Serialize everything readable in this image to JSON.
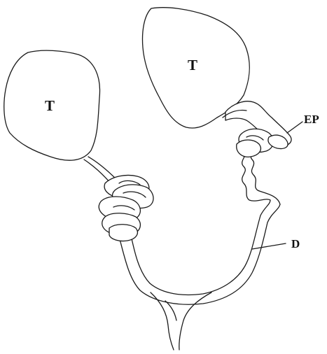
{
  "labels": {
    "testis_left": "T",
    "testis_right": "T",
    "epididymis": "EP",
    "duct": "D"
  },
  "colors": {
    "stroke": "#1a1a1a",
    "background": "#ffffff"
  }
}
